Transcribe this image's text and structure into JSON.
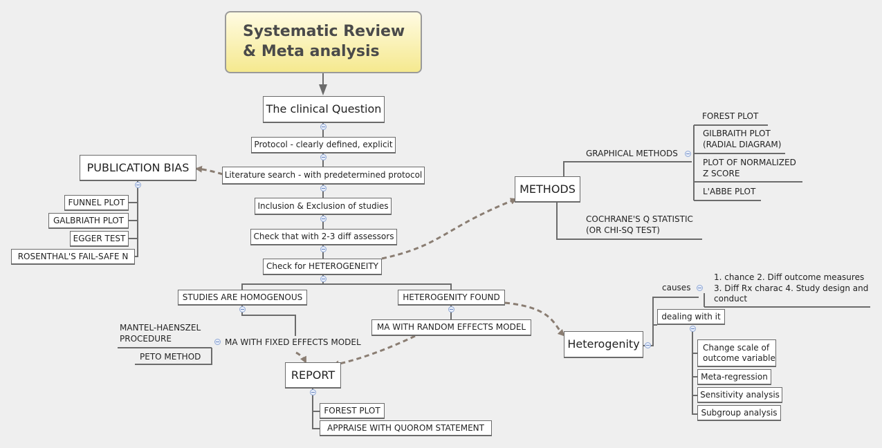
{
  "root": {
    "title": "Systematic Review\n& Meta analysis"
  },
  "main_chain": {
    "question": "The clinical Question",
    "protocol": "Protocol - clearly defined, explicit",
    "literature": "Literature search - with predetermined protocol",
    "inclusion": "Inclusion & Exclusion of studies",
    "check_assessors": "Check that with 2-3 diff assessors",
    "check_heterogeneity": "Check for HETEROGENEITY"
  },
  "publication_bias": {
    "title": "PUBLICATION BIAS",
    "items": [
      "FUNNEL PLOT",
      "GALBRIATH PLOT",
      "EGGER TEST",
      "ROSENTHAL'S FAIL-SAFE N"
    ]
  },
  "homogenous": {
    "title": "STUDIES ARE HOMOGENOUS",
    "fixed": "MA WITH FIXED EFFECTS MODEL",
    "mantel": "MANTEL-HAENSZEL\nPROCEDURE",
    "peto": "PETO METHOD"
  },
  "heterogeneity_found": {
    "title": "HETEROGENITY FOUND",
    "random": "MA WITH RANDOM EFFECTS MODEL"
  },
  "report": {
    "title": "REPORT",
    "items": [
      "FOREST PLOT",
      "APPRAISE WITH QUOROM STATEMENT"
    ]
  },
  "methods": {
    "title": "METHODS",
    "graphical": "GRAPHICAL METHODS",
    "graphical_items": [
      "FOREST PLOT",
      "GILBRAITH PLOT\n(RADIAL DIAGRAM)",
      "PLOT OF NORMALIZED\nZ SCORE",
      "L'ABBE PLOT"
    ],
    "cochrane": "COCHRANE'S Q STATISTIC\n(OR CHI-SQ TEST)"
  },
  "heterogenity": {
    "title": "Heterogenity",
    "causes": "causes",
    "causes_text": "1. chance 2. Diff outcome measures\n3. Diff Rx charac 4. Study design and\nconduct",
    "dealing": "dealing with it",
    "dealing_items": [
      "Change scale of\noutcome variable",
      "Meta-regression",
      "Sensitivity analysis",
      "Subgroup analysis"
    ]
  },
  "colors": {
    "line": "#6b6b6b",
    "dashed_arrow": "#8a7d72",
    "root_fill": "#f5e98f"
  }
}
